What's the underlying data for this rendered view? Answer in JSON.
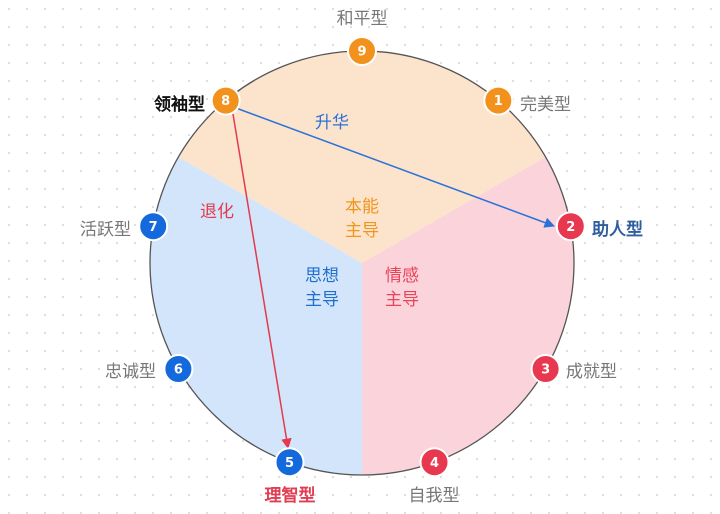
{
  "nodes": [
    {
      "number": "9",
      "label": "和平型",
      "color": "#F2921C",
      "label_color": "#777777",
      "bold": false
    },
    {
      "number": "1",
      "label": "完美型",
      "color": "#F2921C",
      "label_color": "#777777",
      "bold": false
    },
    {
      "number": "2",
      "label": "助人型",
      "color": "#E8384F",
      "label_color": "#2F5E9E",
      "bold": true
    },
    {
      "number": "3",
      "label": "成就型",
      "color": "#E8384F",
      "label_color": "#777777",
      "bold": false
    },
    {
      "number": "4",
      "label": "自我型",
      "color": "#E8384F",
      "label_color": "#777777",
      "bold": false
    },
    {
      "number": "5",
      "label": "理智型",
      "color": "#1469DC",
      "label_color": "#E03C52",
      "bold": true
    },
    {
      "number": "6",
      "label": "忠诚型",
      "color": "#1469DC",
      "label_color": "#777777",
      "bold": false
    },
    {
      "number": "7",
      "label": "活跃型",
      "color": "#1469DC",
      "label_color": "#777777",
      "bold": false
    },
    {
      "number": "8",
      "label": "领袖型",
      "color": "#F2921C",
      "label_color": "#111111",
      "bold": true
    }
  ],
  "regions": {
    "instinct": {
      "line1": "本能",
      "line2": "主导",
      "color": "#F0961E",
      "fill": "#FCE3CB"
    },
    "thinking": {
      "line1": "思想",
      "line2": "主导",
      "color": "#1F6FCF",
      "fill": "#D3E5FA"
    },
    "feeling": {
      "line1": "情感",
      "line2": "主导",
      "color": "#E8455A",
      "fill": "#FBD3DB"
    }
  },
  "arrows": {
    "growth": {
      "label": "升华",
      "color": "#2A72D8"
    },
    "regression": {
      "label": "退化",
      "color": "#E23A4E"
    }
  }
}
